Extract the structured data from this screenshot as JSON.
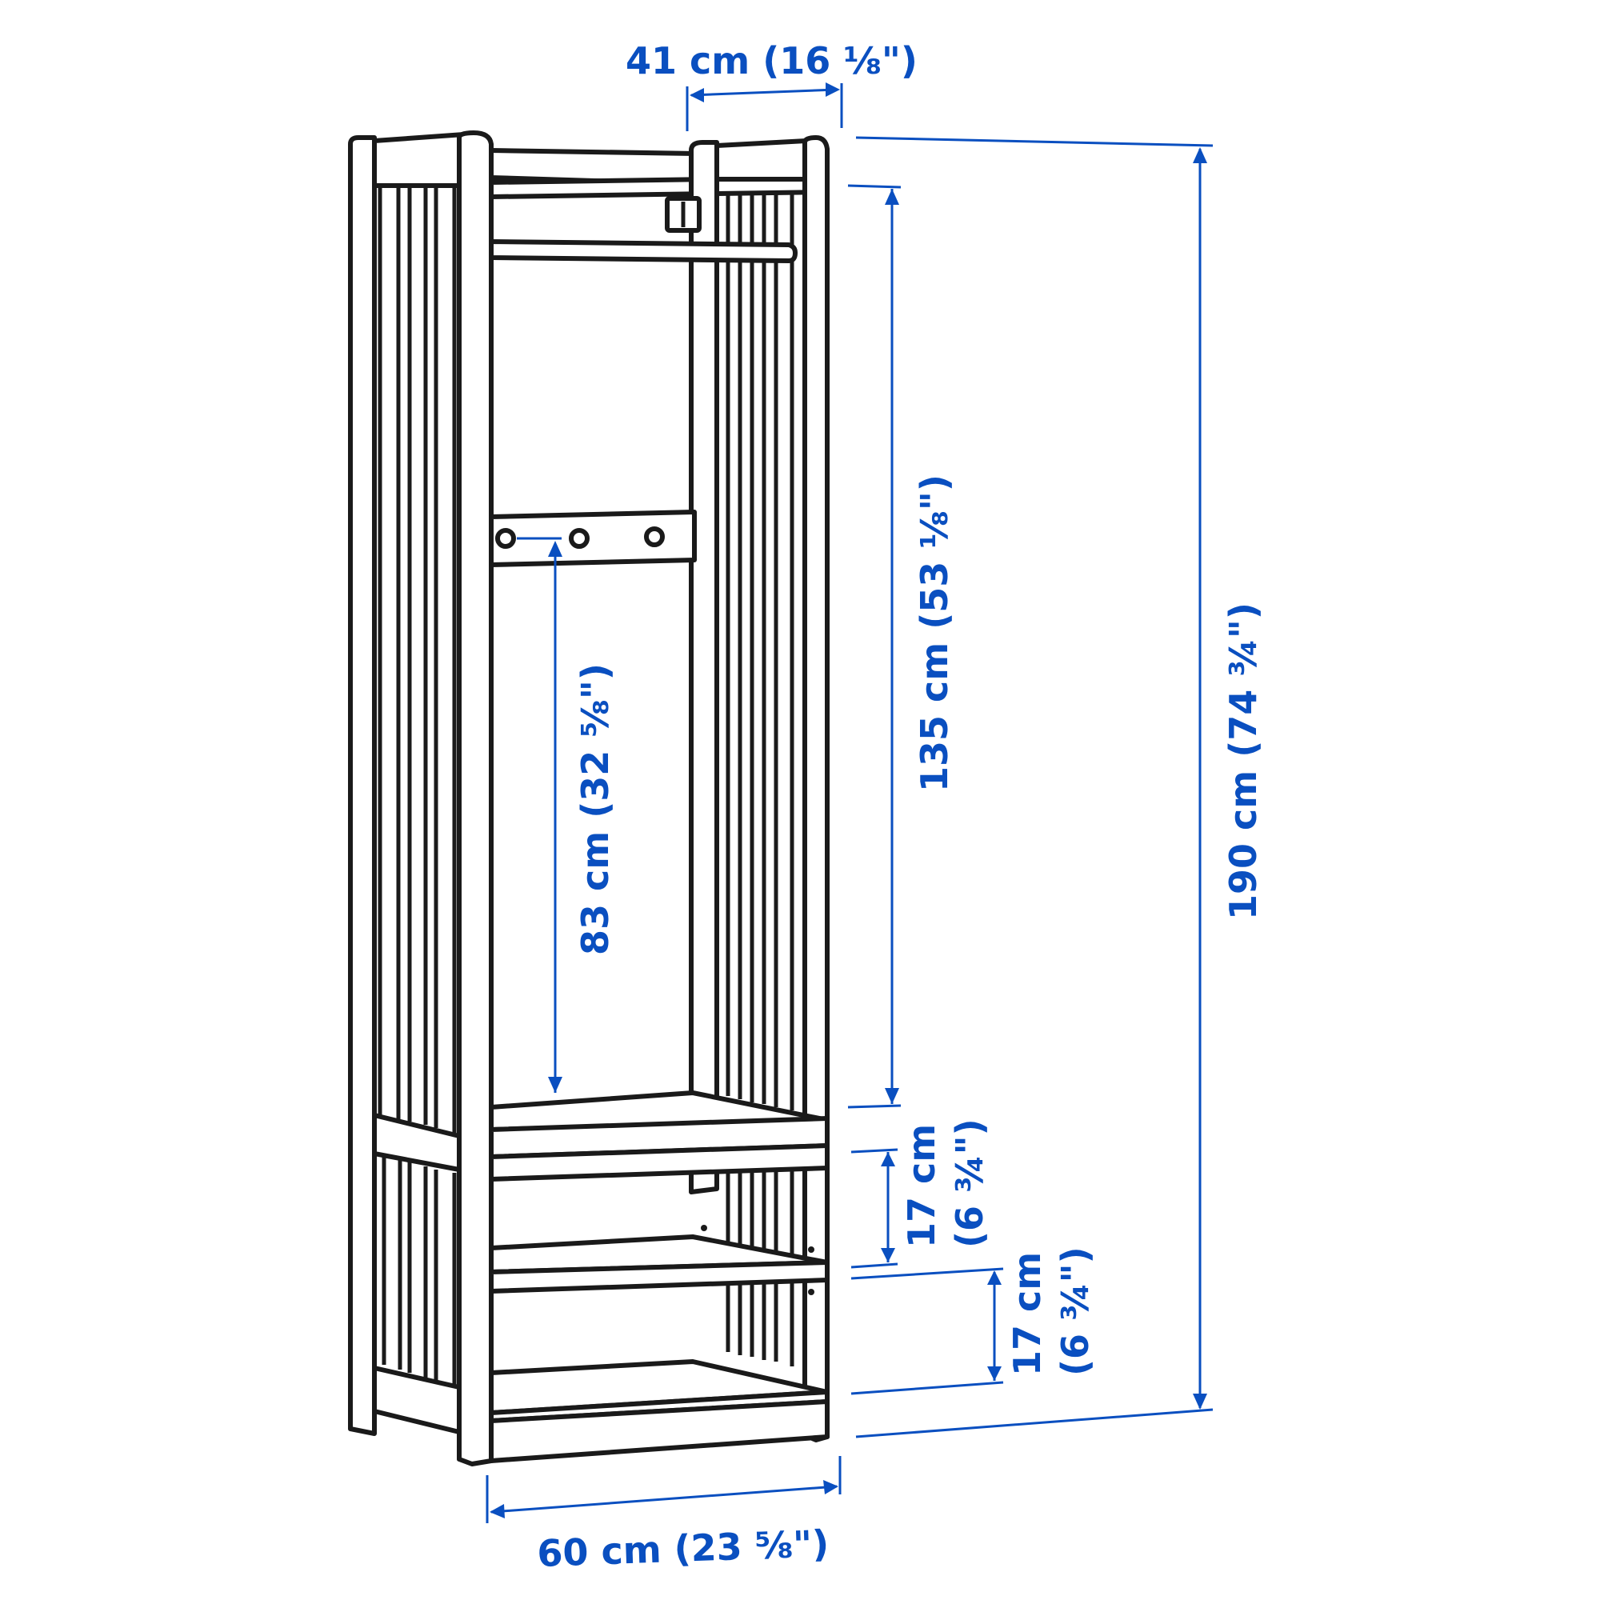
{
  "diagram": {
    "subject": "Open wardrobe with clothes rail, hook rail and shelves",
    "colors": {
      "outline": "#1a1a1a",
      "dimension": "#0a4fc0",
      "background": "#ffffff"
    },
    "dimensions": {
      "depth": "41 cm (16 ⅛\")",
      "width": "60 cm (23 ⅝\")",
      "total_height": "190 cm (74 ¾\")",
      "rail_height": "135 cm (53 ⅛\")",
      "hook_height": "83 cm (32 ⅝\")",
      "shelf_gap_upper_cm": "17 cm",
      "shelf_gap_upper_in": "(6 ¾\")",
      "shelf_gap_lower_cm": "17 cm",
      "shelf_gap_lower_in": "(6 ¾\")"
    }
  }
}
